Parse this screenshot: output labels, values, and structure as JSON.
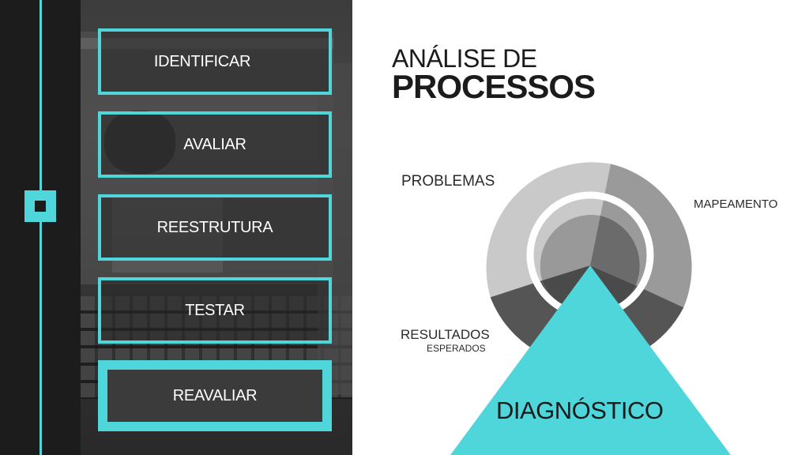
{
  "title": {
    "line1": "ANÁLISE DE",
    "line2": "PROCESSOS"
  },
  "steps": [
    {
      "label": "IDENTIFICAR"
    },
    {
      "label": "AVALIAR"
    },
    {
      "label": "REESTRUTURA"
    },
    {
      "label": "TESTAR"
    },
    {
      "label": "REAVALIAR"
    }
  ],
  "cycle": {
    "labels": {
      "problemas": "PROBLEMAS",
      "mapeamento": "MAPEAMENTO",
      "resultados": "RESULTADOS",
      "esperados": "ESPERADOS",
      "diagnostico": "DIAGNÓSTICO"
    }
  },
  "colors": {
    "accent": "#4fd6db",
    "dark": "#1c1c1c",
    "light_segment": "#c9c9c9",
    "mid_segment": "#9a9a9a",
    "dark_segment": "#555555",
    "inner_light": "#999999",
    "inner_mid": "#6b6b6b",
    "inner_dark": "#4a4a4a"
  }
}
